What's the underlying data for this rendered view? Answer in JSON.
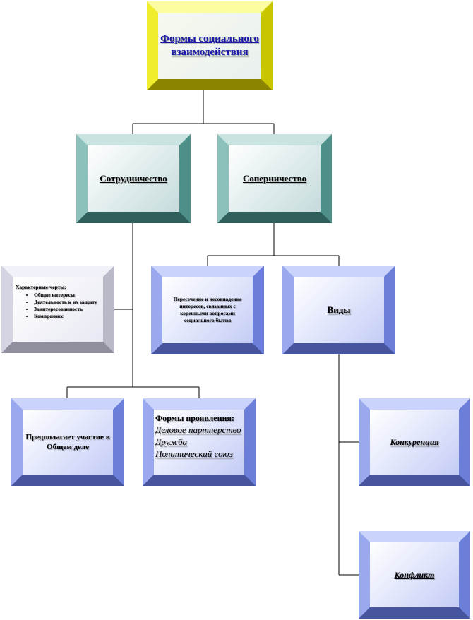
{
  "title": "Формы социального взаимодействия",
  "cooperation": "Сотрудничество",
  "rivalry": "Соперничество",
  "traits": {
    "header": "Характерные черты:",
    "items": [
      "Общие интересы",
      "Деятельность к их защиту",
      "Заинтересованность",
      "Компромисс"
    ]
  },
  "intersection": "Пересечение и несовпадение интересов, связанных с коренными вопросами социального бытия",
  "types": "Виды",
  "participation": "Предполагает участие в Общем деле",
  "manifestation": {
    "header": "Формы проявления:",
    "items": [
      "Деловое партнерство",
      "Дружба",
      "Политический союз"
    ]
  },
  "competition": "Конкуренция",
  "conflict": "Конфликт"
}
